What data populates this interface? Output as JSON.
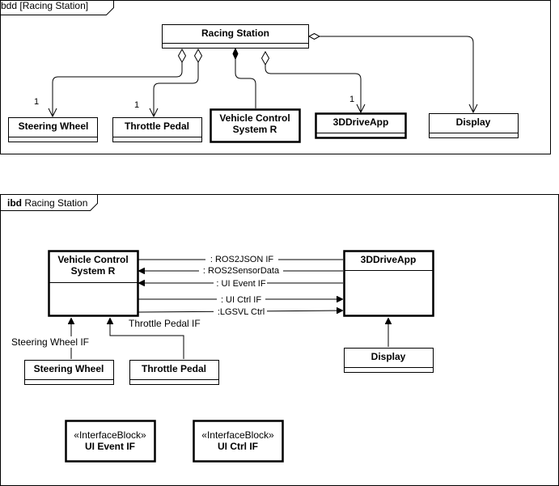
{
  "bdd": {
    "frame_label_kind": "bdd",
    "frame_label_name": "[Racing Station]",
    "blocks": {
      "racing_station": "Racing Station",
      "steering_wheel": "Steering Wheel",
      "throttle_pedal": "Throttle Pedal",
      "vcs_line1": "Vehicle Control",
      "vcs_line2": "System R",
      "drive_app": "3DDriveApp",
      "display": "Display"
    },
    "multiplicities": {
      "steering_wheel": "1",
      "throttle_pedal": "1",
      "drive_app": "1"
    }
  },
  "ibd": {
    "frame_label_kind": "ibd",
    "frame_label_name": "Racing Station",
    "blocks": {
      "vcs_line1": "Vehicle Control",
      "vcs_line2": "System R",
      "drive_app": "3DDriveApp",
      "steering_wheel": "Steering Wheel",
      "throttle_pedal": "Throttle Pedal",
      "display": "Display"
    },
    "connectors": {
      "ros2json": ": ROS2JSON IF",
      "ros2sensor": ": ROS2SensorData",
      "ui_event": ": UI Event IF",
      "ui_ctrl": ": UI Ctrl IF",
      "lgsvl": ":LGSVL Ctrl",
      "steering_if": "Steering Wheel IF",
      "throttle_if": "Throttle Pedal IF"
    },
    "interface_blocks": [
      {
        "stereotype": "«InterfaceBlock»",
        "name": "UI Event IF"
      },
      {
        "stereotype": "«InterfaceBlock»",
        "name": "UI Ctrl IF"
      }
    ]
  }
}
